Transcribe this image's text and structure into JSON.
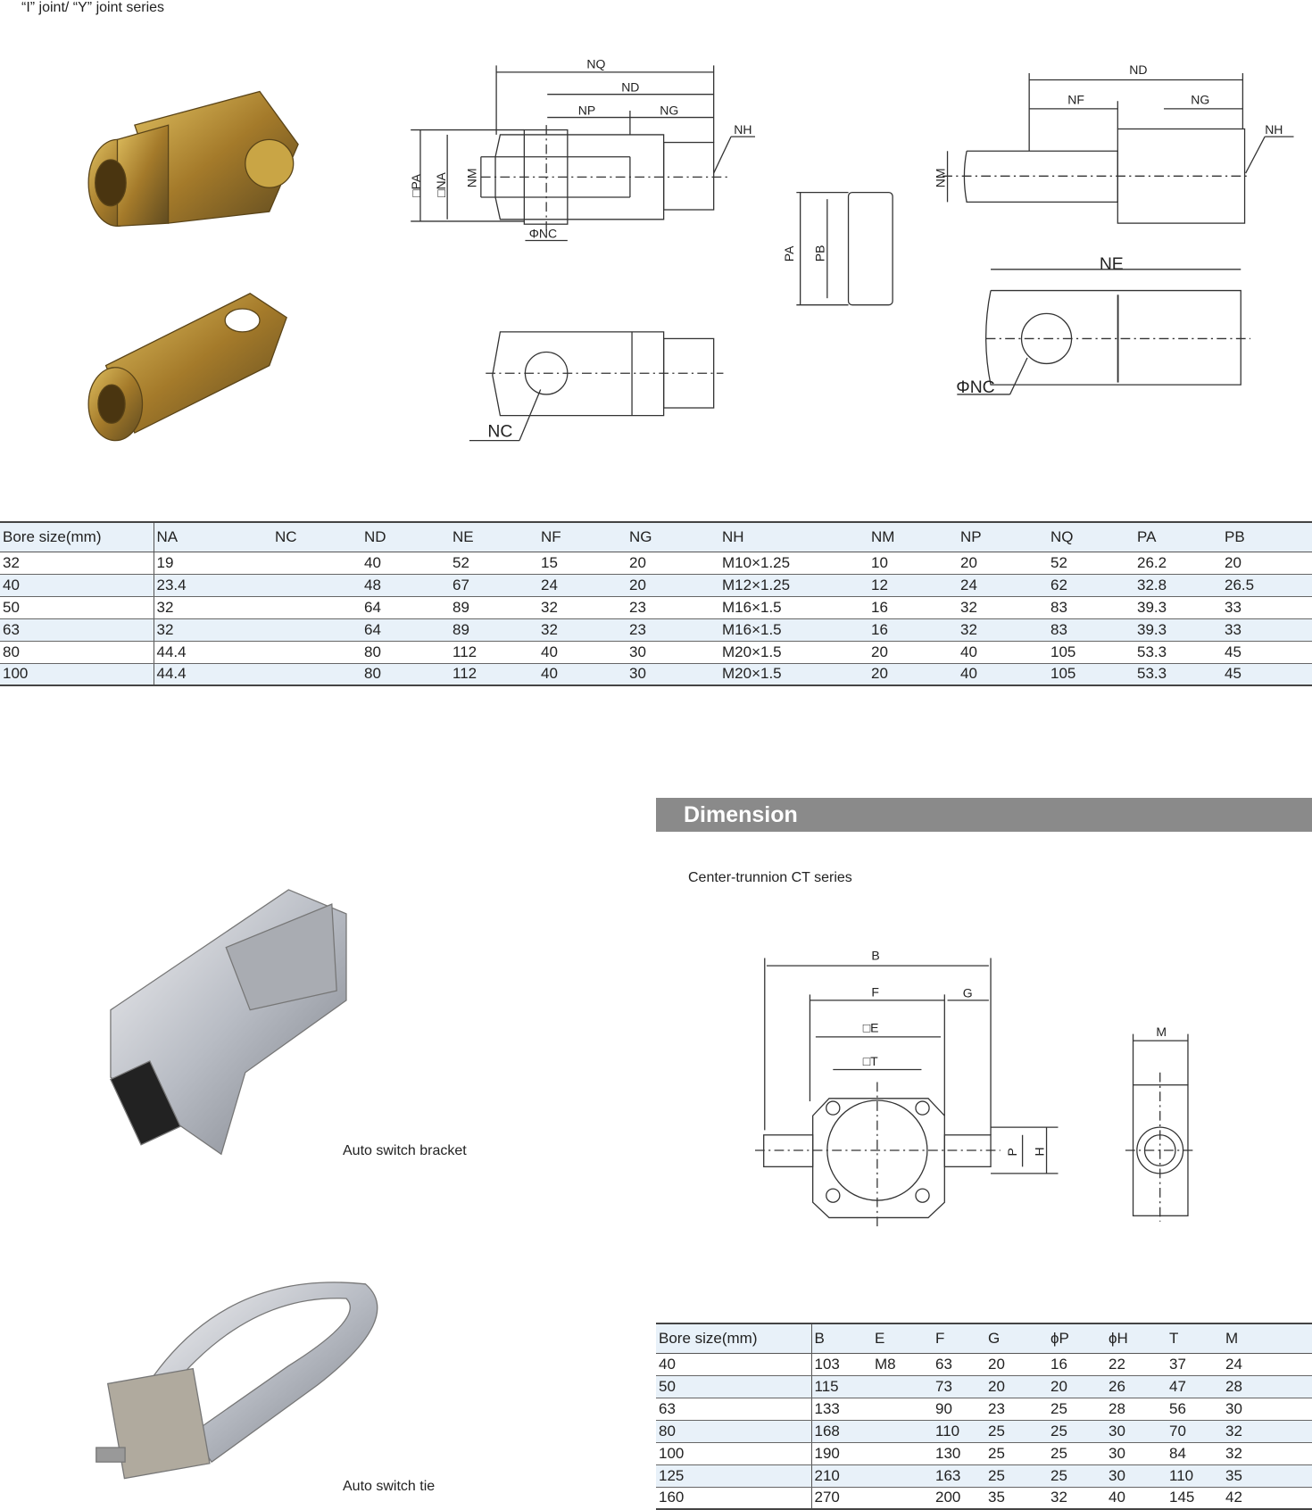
{
  "joint_title": "“I” joint/ “Y” joint series",
  "joint_labels": {
    "nq": "NQ",
    "nd": "ND",
    "np": "NP",
    "ng": "NG",
    "nh": "NH",
    "pa_sq": "□PA",
    "na_sq": "□NA",
    "nm": "NM",
    "nc_phi": "ΦNC",
    "nc": "NC",
    "pa": "PA",
    "pb": "PB",
    "nd2": "ND",
    "nf": "NF",
    "ng2": "NG",
    "nh2": "NH",
    "nm2": "NM",
    "ne": "NE",
    "nc_phi2": "ΦNC"
  },
  "joint_table": {
    "headers": [
      "Bore size(mm)",
      "NA",
      "NC",
      "ND",
      "NE",
      "NF",
      "NG",
      "NH",
      "NM",
      "NP",
      "NQ",
      "PA",
      "PB"
    ],
    "rows": [
      [
        "32",
        "19",
        "",
        "40",
        "52",
        "15",
        "20",
        "M10×1.25",
        "10",
        "20",
        "52",
        "26.2",
        "20"
      ],
      [
        "40",
        "23.4",
        "",
        "48",
        "67",
        "24",
        "20",
        "M12×1.25",
        "12",
        "24",
        "62",
        "32.8",
        "26.5"
      ],
      [
        "50",
        "32",
        "",
        "64",
        "89",
        "32",
        "23",
        "M16×1.5",
        "16",
        "32",
        "83",
        "39.3",
        "33"
      ],
      [
        "63",
        "32",
        "",
        "64",
        "89",
        "32",
        "23",
        "M16×1.5",
        "16",
        "32",
        "83",
        "39.3",
        "33"
      ],
      [
        "80",
        "44.4",
        "",
        "80",
        "112",
        "40",
        "30",
        "M20×1.5",
        "20",
        "40",
        "105",
        "53.3",
        "45"
      ],
      [
        "100",
        "44.4",
        "",
        "80",
        "112",
        "40",
        "30",
        "M20×1.5",
        "20",
        "40",
        "105",
        "53.3",
        "45"
      ]
    ]
  },
  "dimension_heading": "Dimension",
  "ct_title": "Center-trunnion CT series",
  "ct_labels": {
    "b": "B",
    "f": "F",
    "g": "G",
    "e": "□E",
    "t": "□T",
    "p": "P",
    "h": "H",
    "m": "M"
  },
  "bracket_caption": "Auto switch bracket",
  "tie_caption": "Auto switch tie",
  "ct_table": {
    "headers": [
      "Bore size(mm)",
      "B",
      "E",
      "F",
      "G",
      "ϕP",
      "ϕH",
      "T",
      "M"
    ],
    "rows": [
      [
        "40",
        "103",
        "M8",
        "63",
        "20",
        "16",
        "22",
        "37",
        "24"
      ],
      [
        "50",
        "115",
        "",
        "73",
        "20",
        "20",
        "26",
        "47",
        "28"
      ],
      [
        "63",
        "133",
        "",
        "90",
        "23",
        "25",
        "28",
        "56",
        "30"
      ],
      [
        "80",
        "168",
        "",
        "110",
        "25",
        "25",
        "30",
        "70",
        "32"
      ],
      [
        "100",
        "190",
        "",
        "130",
        "25",
        "25",
        "30",
        "84",
        "32"
      ],
      [
        "125",
        "210",
        "",
        "163",
        "25",
        "25",
        "30",
        "110",
        "35"
      ],
      [
        "160",
        "270",
        "",
        "200",
        "35",
        "32",
        "40",
        "145",
        "42"
      ]
    ]
  }
}
